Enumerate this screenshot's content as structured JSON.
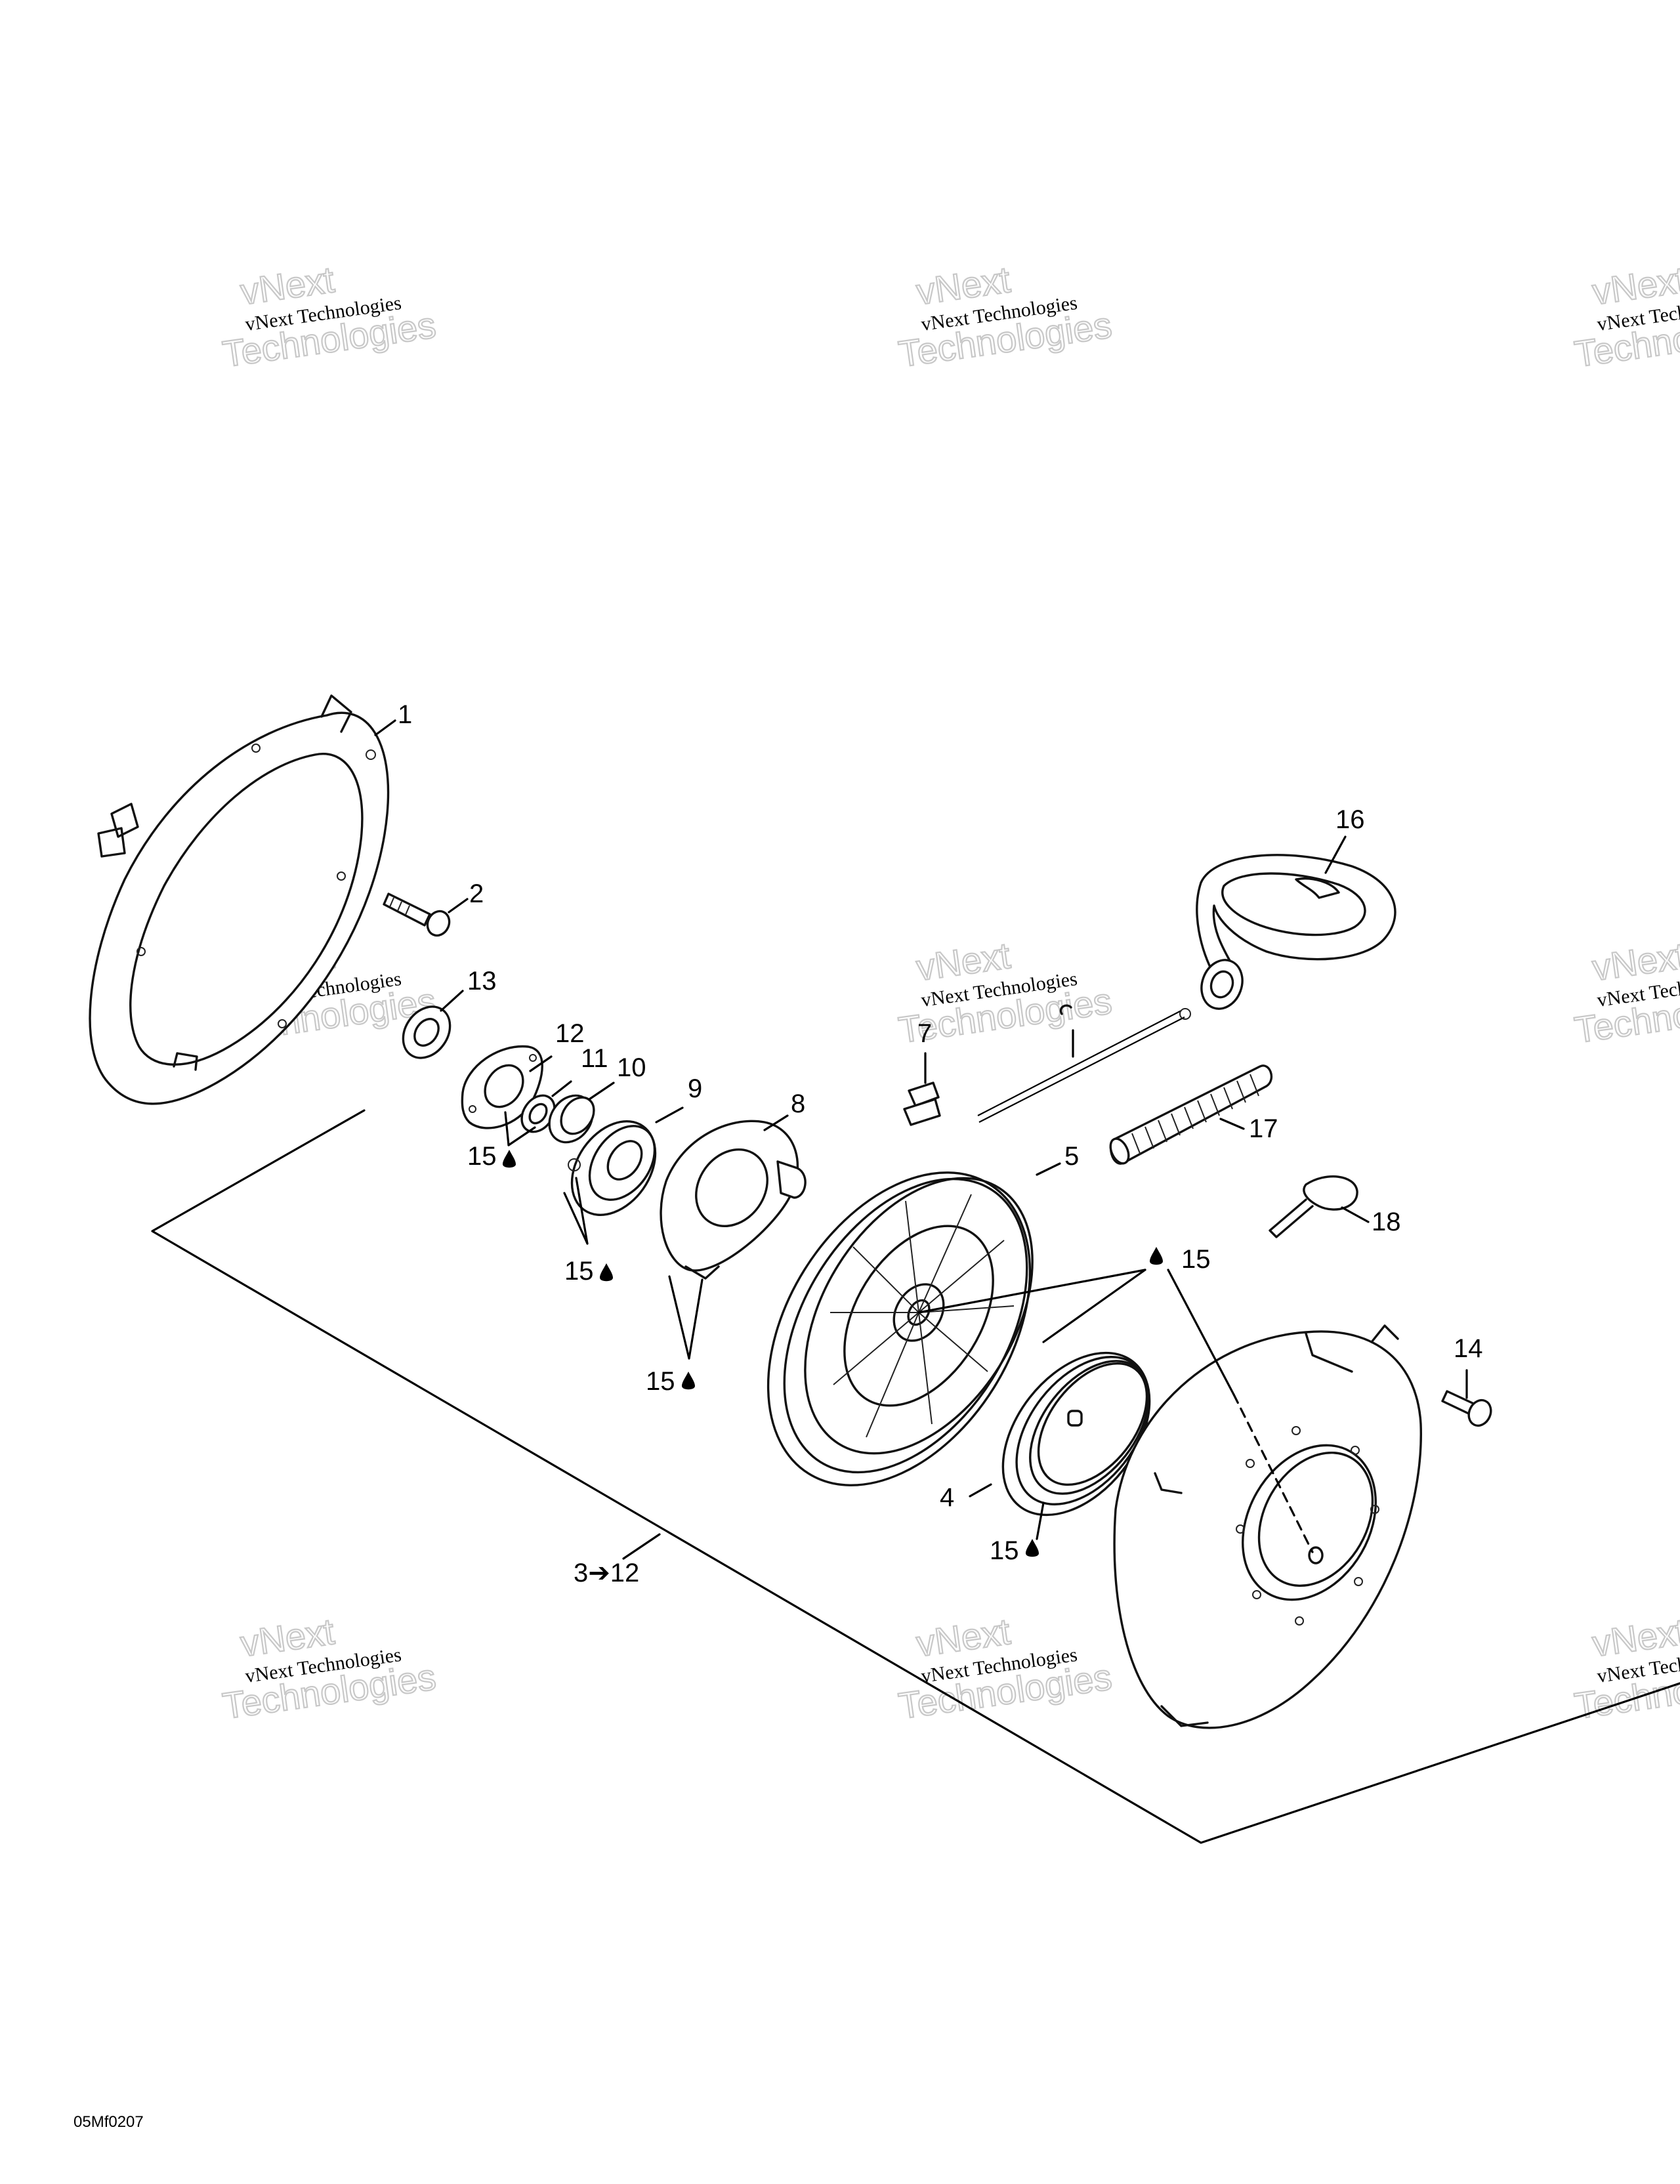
{
  "watermark": {
    "brand": "vNext",
    "line1": "vNext Technologies",
    "line2": "Technologies"
  },
  "callouts": {
    "c1": "1",
    "c2": "2",
    "c3_12": "3➔12",
    "c4": "4",
    "c5": "5",
    "c7": "7",
    "c8": "8",
    "c9": "9",
    "c10": "10",
    "c11": "11",
    "c12": "12",
    "c13": "13",
    "c14": "14",
    "c15": "15",
    "c16": "16",
    "c17": "17",
    "c18": "18"
  },
  "figure_code": "05Mf0207",
  "colors": {
    "ink": "#000000",
    "watermark_outline": "#c8c8c8",
    "background": "#ffffff"
  }
}
